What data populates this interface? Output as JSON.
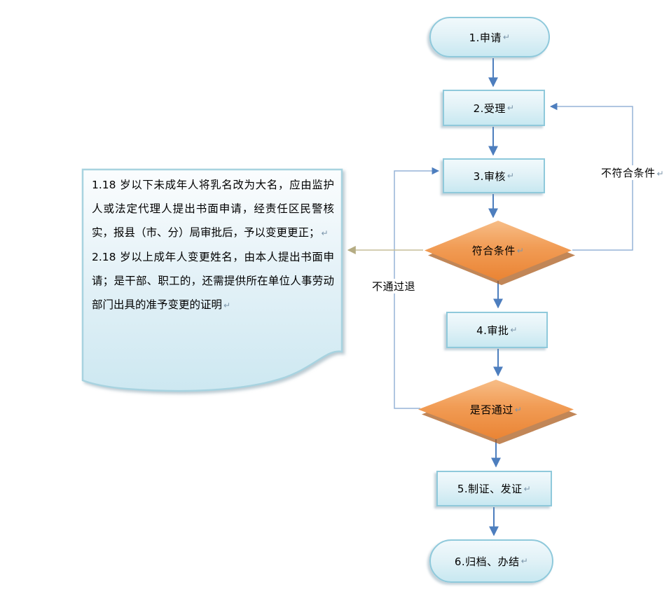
{
  "flowchart": {
    "nodes": {
      "apply": {
        "label": "1.申请",
        "shape": "terminator"
      },
      "accept": {
        "label": "2.受理",
        "shape": "process"
      },
      "review": {
        "label": "3.审核",
        "shape": "process"
      },
      "meets": {
        "label": "符合条件",
        "shape": "decision"
      },
      "approve": {
        "label": "4.审批",
        "shape": "process"
      },
      "passed": {
        "label": "是否通过",
        "shape": "decision"
      },
      "issue": {
        "label": "5.制证、发证",
        "shape": "process"
      },
      "archive": {
        "label": "6.归档、办结",
        "shape": "terminator"
      }
    },
    "edge_labels": {
      "not_meet": "不符合条件",
      "not_pass_return": "不通过退"
    },
    "note": {
      "paragraph1": "1.18 岁以下未成年人将乳名改为大名，应由监护人或法定代理人提出书面申请，经责任区民警核实，报县（市、分）局审批后，予以变更更正；",
      "paragraph2": "2.18 岁以上成年人变更姓名，由本人提出书面申请；是干部、职工的，还需提供所在单位人事劳动部门出具的准予变更的证明"
    },
    "return_mark": "↵",
    "colors": {
      "arrow_blue": "#4d7ebe",
      "loop_blue": "#95b3d7",
      "note_arrow_tan": "#c6bd98",
      "process_border": "#8fc9db",
      "process_fill_top": "#f1f9fc",
      "process_fill_bottom": "#c8e8f1",
      "decision_fill_top": "#f7bd87",
      "decision_fill_bottom": "#ea8434",
      "decision_shadow": "#ac5e1f",
      "text": "#000000"
    }
  }
}
